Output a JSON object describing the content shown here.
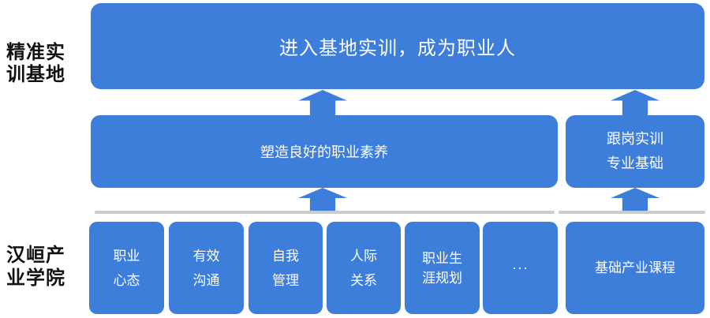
{
  "colors": {
    "box_blue": "#3e7edb",
    "divider_gray": "#cccccc",
    "side_label_text": "#111111",
    "box_text": "#ffffff"
  },
  "side_labels": {
    "top": {
      "lines": [
        "精准实",
        "训基地"
      ]
    },
    "bottom": {
      "lines": [
        "汉峘产",
        "业学院"
      ]
    }
  },
  "diagram": {
    "top_box": {
      "label": "进入基地实训，成为职业人"
    },
    "middle_left_box": {
      "label": "塑造良好的职业素养"
    },
    "middle_right_box": {
      "lines": [
        "跟岗实训",
        "专业基础"
      ]
    },
    "bottom_boxes": [
      {
        "lines": [
          "职业",
          "心态"
        ]
      },
      {
        "lines": [
          "有效",
          "沟通"
        ]
      },
      {
        "lines": [
          "自我",
          "管理"
        ]
      },
      {
        "lines": [
          "人际",
          "关系"
        ]
      },
      {
        "lines": [
          "职业生",
          "涯规划"
        ]
      },
      {
        "lines": [
          "···"
        ]
      },
      {
        "lines": [
          "基础产业课程"
        ]
      }
    ],
    "arrow_icon": "block-up-arrow"
  }
}
